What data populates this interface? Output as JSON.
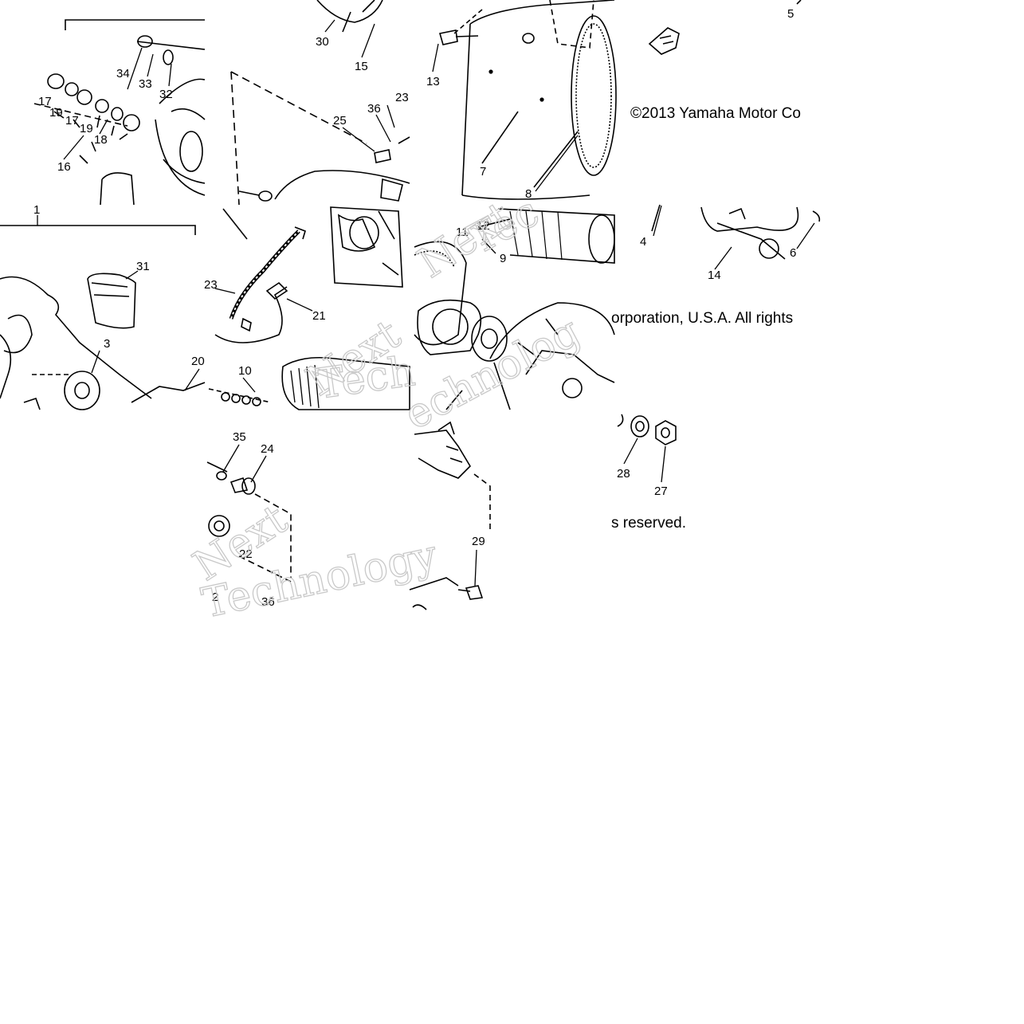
{
  "diagram": {
    "callouts": [
      "1",
      "2",
      "3",
      "4",
      "5",
      "6",
      "7",
      "8",
      "9",
      "10",
      "11",
      "12",
      "13",
      "14",
      "15",
      "16",
      "17",
      "17",
      "18",
      "19",
      "19",
      "20",
      "21",
      "22",
      "23",
      "23",
      "24",
      "25",
      "27",
      "28",
      "29",
      "30",
      "31",
      "32",
      "33",
      "34",
      "35",
      "36",
      "36"
    ],
    "copyright": [
      "©2013 Yamaha Motor Co",
      "orporation, U.S.A. All rights",
      "s reserved."
    ],
    "watermark": [
      "Next",
      "Technology",
      "Next",
      "Tech",
      "Next",
      "Tec",
      "echnolog"
    ]
  }
}
